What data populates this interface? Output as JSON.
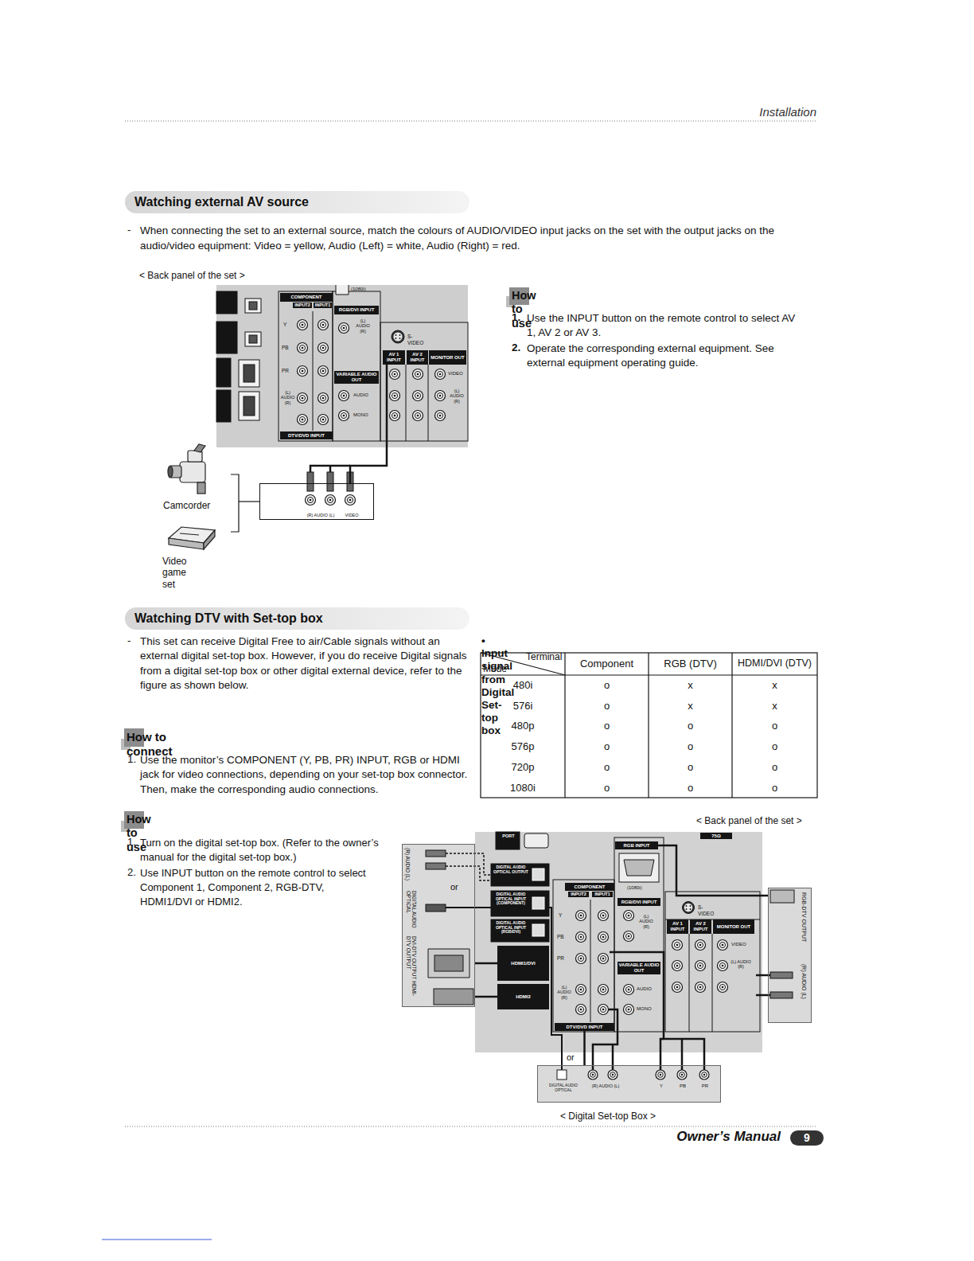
{
  "diagram": {
    "nodes": [
      {
        "text": [
          "Watching external AV source"
        ]
      },
      {
        "text": [
          "< Back panel of the set >"
        ]
      },
      {
        "text": [
          "COMPONENT"
        ],
        "in": 1
      },
      {
        "text": [
          "RGB/DVI INPUT"
        ],
        "in": 1
      },
      {
        "text": [
          "AV 1 INPUT"
        ],
        "in": 1
      },
      {
        "text": [
          "AV 2 INPUT"
        ],
        "in": 1
      },
      {
        "text": [
          "MONITOR OUT"
        ],
        "in": 1
      },
      {
        "text": [
          "VARIABLE AUDIO OUT"
        ],
        "in": 1
      },
      {
        "text": [
          "DTV/DVD INPUT"
        ],
        "in": 1
      },
      {
        "text": [
          "(R) AUDIO (L)",
          "VIDEO"
        ]
      },
      {
        "text": [
          "Watching DTV with Set-top box"
        ]
      },
      {
        "text": [
          "< Back panel of the set >"
        ]
      },
      {
        "text": [
          "RGB INPUT"
        ],
        "in": 11
      },
      {
        "text": [
          "COMPONENT"
        ],
        "in": 11
      },
      {
        "text": [
          "RGB/DVI INPUT"
        ],
        "in": 11
      },
      {
        "text": [
          "AV 1 INPUT"
        ],
        "in": 11
      },
      {
        "text": [
          "AV 2 INPUT"
        ],
        "in": 11
      },
      {
        "text": [
          "MONITOR OUT"
        ],
        "in": 11
      },
      {
        "text": [
          "VARIABLE AUDIO OUT"
        ],
        "in": 11
      },
      {
        "text": [
          "DTV/DVD INPUT"
        ],
        "in": 11
      },
      {
        "text": [
          "HDMI1/DVI"
        ],
        "in": 11
      },
      {
        "text": [
          "HDMI2"
        ],
        "in": 11
      },
      {
        "text": [
          "(R) AUDIO (L)",
          "DIGITAL AUDIO OPTICAL",
          "DVI-DTV OUTPUT HDMI-DTV OUTPUT"
        ]
      },
      {
        "text": [
          "RGB-DTV OUTPUT",
          "(R) AUDIO (L)"
        ]
      },
      {
        "text": [
          "DIGITAL AUDIO OPTICAL",
          "(R) AUDIO (L)",
          "Y",
          "PB",
          "PR",
          "< Digital Set-top Box >"
        ]
      }
    ],
    "edges": [
      {
        "from": 9,
        "to": 4,
        "arrow": "none"
      },
      {
        "from": 23,
        "to": 12,
        "arrow": "none"
      },
      {
        "from": 22,
        "to": 20,
        "arrow": "none"
      },
      {
        "from": 22,
        "to": 21,
        "arrow": "none"
      },
      {
        "from": 24,
        "to": 19,
        "arrow": "none"
      }
    ],
    "labels": [
      "Installation",
      "-",
      "When connecting the set to an external source, match the colours of AUDIO/VIDEO input jacks on the set with the output jacks on the audio/video equipment: Video = yellow, Audio (Left) = white, Audio (Right) = red.",
      "How to use",
      "1.",
      "Use the INPUT button on the remote control to select AV 1, AV 2 or AV 3.",
      "2.",
      "Operate the corresponding external equipment. See external equipment operating guide.",
      "Camcorder",
      "Video game set",
      "INPUT2",
      "INPUT1",
      "Y",
      "PB",
      "PR",
      "(L) AUDIO (R)",
      "(L) AUDIO (R)",
      "S-VIDEO",
      "VIDEO",
      "(L) AUDIO (R)",
      "AUDIO",
      "MONO",
      "(1080i)",
      "-",
      "This set can receive Digital Free to air/Cable signals without an external digital set-top box. However, if you do receive Digital signals from a digital set-top box or other digital external device, refer to the figure as shown below.",
      "How to connect",
      "1.",
      "Use the monitor’s COMPONENT (Y, PB, PR) INPUT, RGB or HDMI jack for video connections, depending on your set-top box connector. Then, make the corresponding audio connections.",
      "How to use",
      "1.",
      "Turn on the digital set-top box. (Refer to the owner’s manual for the digital set-top box.)",
      "2.",
      "Use INPUT button on the remote control to select Component 1, Component 2, RGB-DTV, HDMI1/DVI or HDMI2.",
      "• Input signal from Digital Set-top box",
      "Terminal",
      "Mode",
      "Component",
      "RGB (DTV)",
      "HDMI/DVI (DTV)",
      "480i",
      "o",
      "x",
      "x",
      "576i",
      "o",
      "x",
      "x",
      "480p",
      "o",
      "o",
      "o",
      "576p",
      "o",
      "o",
      "o",
      "720p",
      "o",
      "o",
      "o",
      "1080i",
      "o",
      "o",
      "o",
      "PORT",
      "75Ω",
      "DIGITAL AUDIO OPTICAL OUTPUT",
      "DIGITAL AUDIO OPTICAL INPUT (COMPONENT)",
      "DIGITAL AUDIO OPTICAL INPUT (RGB/DVI)",
      "INPUT2",
      "INPUT1",
      "Y",
      "PB",
      "PR",
      "(L) AUDIO (R)",
      "(L) AUDIO (R)",
      "(1080i)",
      "S-VIDEO",
      "VIDEO",
      "(L) AUDIO (R)",
      "AUDIO",
      "MONO",
      "or",
      "or",
      "Owner’s Manual",
      "9"
    ]
  }
}
